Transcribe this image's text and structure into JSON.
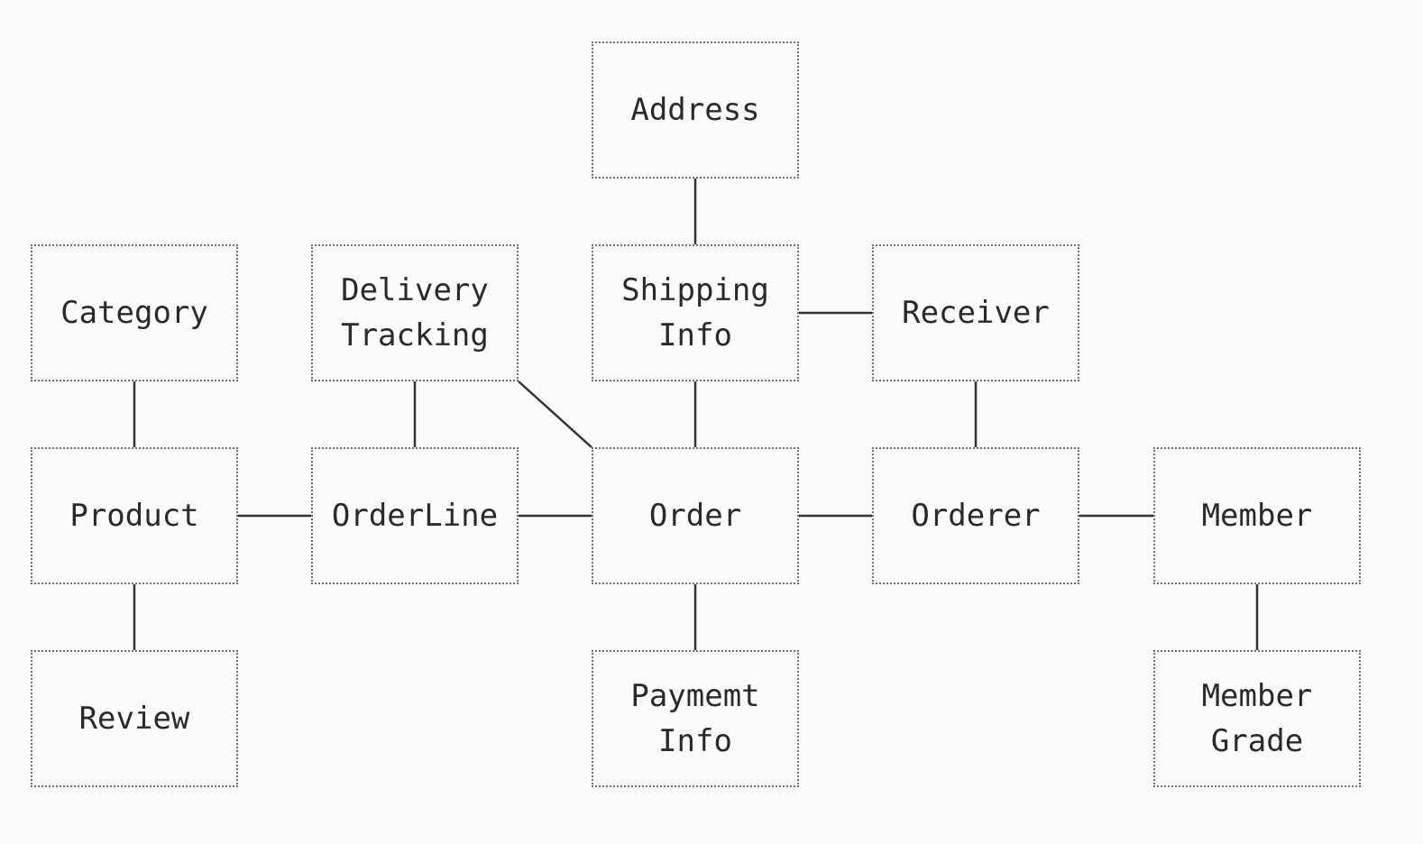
{
  "diagram": {
    "nodes": {
      "address": "Address",
      "category": "Category",
      "delivery_tracking": "Delivery\nTracking",
      "shipping_info": "Shipping\nInfo",
      "receiver": "Receiver",
      "product": "Product",
      "orderline": "OrderLine",
      "order": "Order",
      "orderer": "Orderer",
      "member": "Member",
      "review": "Review",
      "payment_info": "Paymemt\nInfo",
      "member_grade": "Member\nGrade"
    },
    "edges": [
      [
        "Address",
        "Shipping Info"
      ],
      [
        "Shipping Info",
        "Receiver"
      ],
      [
        "Shipping Info",
        "Order"
      ],
      [
        "Receiver",
        "Orderer"
      ],
      [
        "Category",
        "Product"
      ],
      [
        "Delivery Tracking",
        "OrderLine"
      ],
      [
        "Delivery Tracking",
        "Order"
      ],
      [
        "Product",
        "OrderLine"
      ],
      [
        "OrderLine",
        "Order"
      ],
      [
        "Order",
        "Orderer"
      ],
      [
        "Orderer",
        "Member"
      ],
      [
        "Product",
        "Review"
      ],
      [
        "Order",
        "Paymemt Info"
      ],
      [
        "Member",
        "Member Grade"
      ]
    ],
    "colors": {
      "line": "#333333",
      "border": "#6f6f6f",
      "text": "#2a2a2a",
      "background": "#fbfbfb"
    }
  }
}
